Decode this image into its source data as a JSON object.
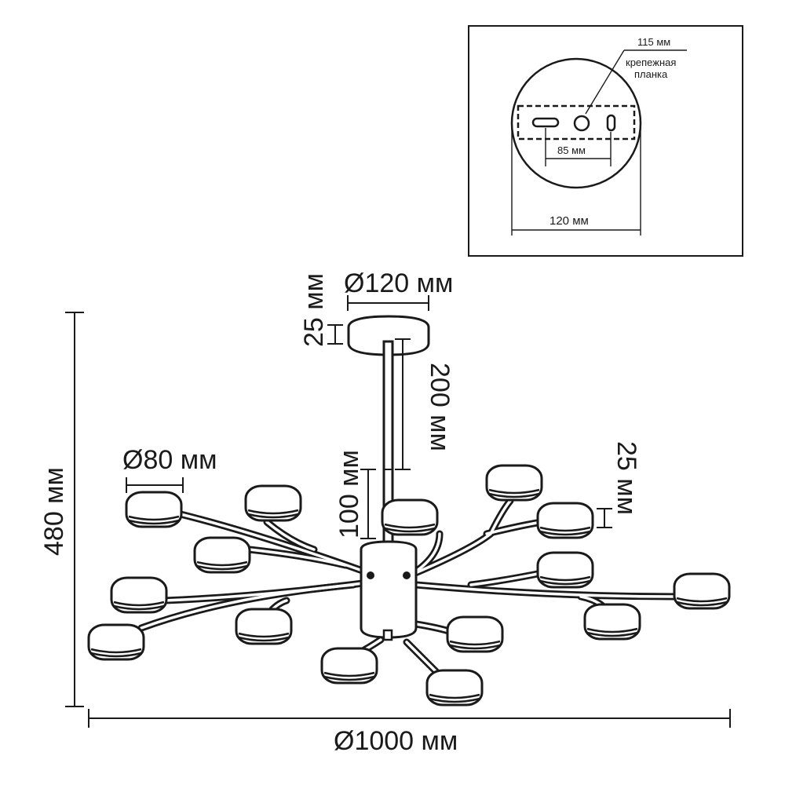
{
  "main_view": {
    "label_total_height": "480 мм",
    "label_total_diameter": "Ø1000 мм",
    "label_canopy_diameter": "Ø120 мм",
    "label_canopy_height": "25 мм",
    "label_rod_length": "200 мм",
    "label_body_height": "100 мм",
    "label_shade_diameter": "Ø80 мм",
    "label_shade_height": "25 мм"
  },
  "inset_view": {
    "label_mount_hole": "115 мм",
    "label_bracket_line1": "крепежная",
    "label_bracket_line2": "планка",
    "label_hole_spacing": "85 мм",
    "label_plate_diameter": "120 мм"
  }
}
